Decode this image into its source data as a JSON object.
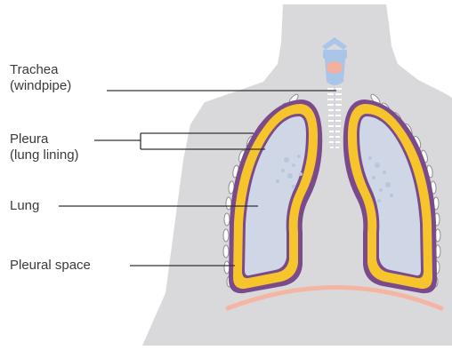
{
  "labels": {
    "trachea_line1": "Trachea",
    "trachea_line2": "(windpipe)",
    "pleura_line1": "Pleura",
    "pleura_line2": "(lung lining)",
    "lung": "Lung",
    "pleural_space": "Pleural space"
  },
  "colors": {
    "body": "#d9d9db",
    "lung_fill": "#cfd6e6",
    "lung_texture": "#b9c6e0",
    "pleura_outer": "#7a4a8c",
    "pleura_band": "#f6c42b",
    "trachea_top": "#a9c6e8",
    "diaphragm": "#f4b6a2",
    "ribs": "#8d8d8d",
    "leader_line": "#333333"
  }
}
